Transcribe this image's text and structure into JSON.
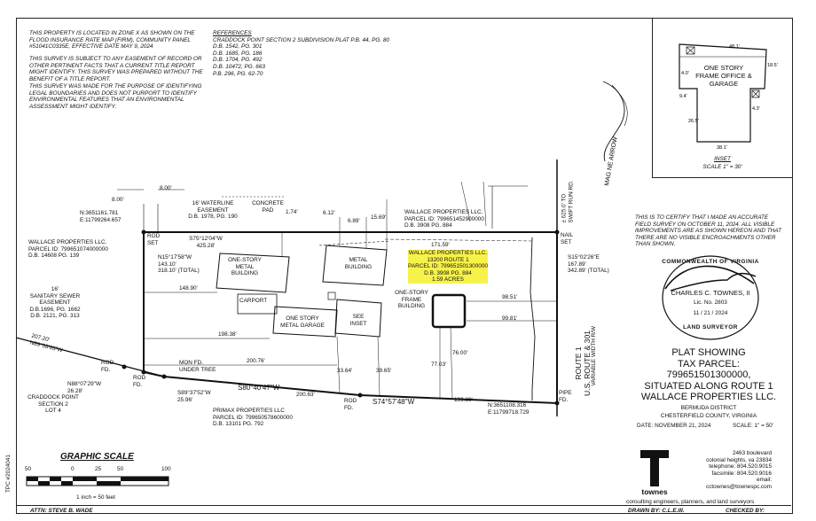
{
  "notes": {
    "flood": "THIS PROPERTY IS LOCATED IN ZONE X AS SHOWN ON THE FLOOD INSURANCE RATE MAP (FIRM), COMMUNITY PANEL #51041C0335E, EFFECTIVE DATE MAY 9, 2024",
    "easement": "THIS SURVEY IS SUBJECT TO ANY EASEMENT OF RECORD OR OTHER PERTINENT FACTS THAT A CURRENT TITLE REPORT MIGHT IDENTIFY. THIS SURVEY WAS PREPARED WITHOUT THE BENEFIT OF A TITLE REPORT.",
    "wetlands": "THIS SURVEY WAS MADE FOR THE PURPOSE OF IDENTIFYING LEGAL BOUNDARIES AND DOES NOT PURPORT TO IDENTIFY ENVIRONMENTAL FEATURES THAT AN ENVIRONMENTAL ASSESSMENT MIGHT IDENTIFY."
  },
  "references": {
    "title": "REFERENCES",
    "lines": [
      "CRADDOCK POINT SECTION 2 SUBDIVISION PLAT P.B. 44, PG. 80",
      "D.B. 1542, PG. 301",
      "D.B. 1685, PG. 186",
      "D.B. 1704, PG. 492",
      "D.B. 10472, PG. 663",
      "P.B. 296, PG. 62-70"
    ]
  },
  "inset": {
    "building_label": "ONE STORY FRAME OFFICE & GARAGE",
    "caption": "INSET",
    "scale": "SCALE 1\" = 30'",
    "dims": [
      "48.1'",
      "18.5'",
      "4.3'",
      "38.1'",
      "26.5'",
      "9.4'",
      "4.0'"
    ]
  },
  "certification": {
    "text": "THIS IS TO CERTIFY THAT I MADE AN ACCURATE FIELD SURVEY ON OCTOBER 11, 2024. ALL VISIBLE IMPROVEMENTS ARE AS SHOWN HEREON AND THAT THERE ARE NO VISIBLE ENCROACHMENTS OTHER THAN SHOWN.",
    "seal_top": "COMMONWEALTH OF VIRGINIA",
    "seal_name": "CHARLES C. TOWNES, II",
    "seal_lic": "Lic. No. 2803",
    "seal_date": "11 / 21 / 2024",
    "seal_bottom": "LAND SURVEYOR"
  },
  "plat_title": {
    "line1": "PLAT SHOWING",
    "line2": "TAX PARCEL:",
    "line3": "799651501300000,",
    "line4": "SITUATED ALONG ROUTE 1",
    "line5": "WALLACE PROPERTIES LLC.",
    "district": "BERMUDA DISTRICT",
    "county": "CHESTERFIELD COUNTY, VIRGINIA",
    "date": "DATE: NOVEMBER 21, 2024",
    "scale": "SCALE: 1\" = 50'"
  },
  "firm": {
    "name": "townes",
    "address1": "2463 boulevard",
    "address2": "colonial heights, va 23834",
    "phone": "telephone: 804.520.9015",
    "fax": "facsimile: 804.520.9016",
    "email": "email: cctownes@townespc.com",
    "tagline": "consulting engineers, planners, and land surveyors"
  },
  "footer": {
    "attn": "ATTN: STEVE B. WADE",
    "drawn": "DRAWN BY: C.L.E.III.",
    "checked": "CHECKED BY:",
    "tpc": "TPC #2024041"
  },
  "graphic_scale": {
    "title": "GRAPHIC SCALE",
    "ticks": [
      "50",
      "0",
      "25",
      "50",
      "100"
    ],
    "note": "1 inch = 50 feet"
  },
  "plan": {
    "labels": {
      "tr_nw": "N:3651161.781\nE:11799264.657",
      "tr_se": "N:3651108.316\nE:11799718.729",
      "waterline": "16' WATERLINE\nEASEMENT\nD.B. 1978, PG. 190",
      "concrete": "CONCRETE\nPAD",
      "wallace_n": "WALLACE PROPERTIES LLC.\nPARCEL ID: 799651452900000\nD.B. 3908 PG. 884",
      "wallace_w": "WALLACE PROPERTIES LLC.\nPARCEL ID: 799651074000000\nD.B. 14608 PG. 139",
      "sewer": "16'\nSANITARY SEWER\nEASEMENT\nD.B.1696, PG. 1662\nD.B. 2121, PG. 313",
      "craddock": "CRADDOCK POINT\nSECTION 2\nLOT 4",
      "primax": "PRIMAX PROPERTIES LLC\nPARCEL ID: 799650578600000\nD.B. 13101 PG. 792",
      "subject": "WALLACE PROPERTIES LLC.\n13200 ROUTE 1\nPARCEL ID: 799651501300000\nD.B. 3908 PG. 884\n1.59 ACRES",
      "metal_bldg_w": "ONE-STORY\nMETAL\nBUILDING",
      "metal_bldg": "METAL\nBUILDING",
      "carport": "CARPORT",
      "garage": "ONE STORY\nMETAL GARAGE",
      "see_inset": "SEE\nINSET",
      "frame_bldg": "ONE-STORY\nFRAME\nBUILDING",
      "route": "ROUTE 1\nU.S. ROUTE & 301",
      "rw": "VARIABLE WIDTH R/W",
      "swift": "± 625.0' TO\nSWIFT RUN RD.",
      "rod_set": "ROD\nSET",
      "nail_set": "NAIL\nSET",
      "pipe_fd": "PIPE\nFD.",
      "rod_fd1": "ROD\nFD.",
      "rod_fd2": "ROD\nFD.",
      "rod_fd3": "ROD\nFD.",
      "mon_fd": "MON FD.\nUNDER TREE",
      "b_n": "S75°12'04\"W\n425.28'",
      "b_w": "N15°17'58\"W\n143.10'\n318.10' (TOTAL)",
      "b_e": "S15°02'26\"E\n167.89'\n342.89' (TOTAL)",
      "b_s1": "S80°40'47\"W",
      "b_s1d": "200.63'",
      "b_s2": "S74°57'48\"W",
      "b_s2d": "199.89'",
      "b_sw": "S89°37'52\"W\n25.96'",
      "b_nw": "N88°07'29\"W\n26.28'",
      "b_far": "207.20'\nN89°53'05\"W",
      "d_800a": "8.00'",
      "d_800b": "8.00'",
      "d_1659": "171.59'",
      "d_1748": "1.74'",
      "d_612": "6.12'",
      "d_689": "6.89'",
      "d_1569": "15.69'",
      "d_14890": "148.90'",
      "d_19838": "198.38'",
      "d_20076": "200.76'",
      "d_9851": "98.51'",
      "d_9981": "99.81'",
      "d_3364": "33.64'",
      "d_3965": "39.65'",
      "d_7703": "77.03'",
      "d_7600": "76.00'"
    }
  }
}
